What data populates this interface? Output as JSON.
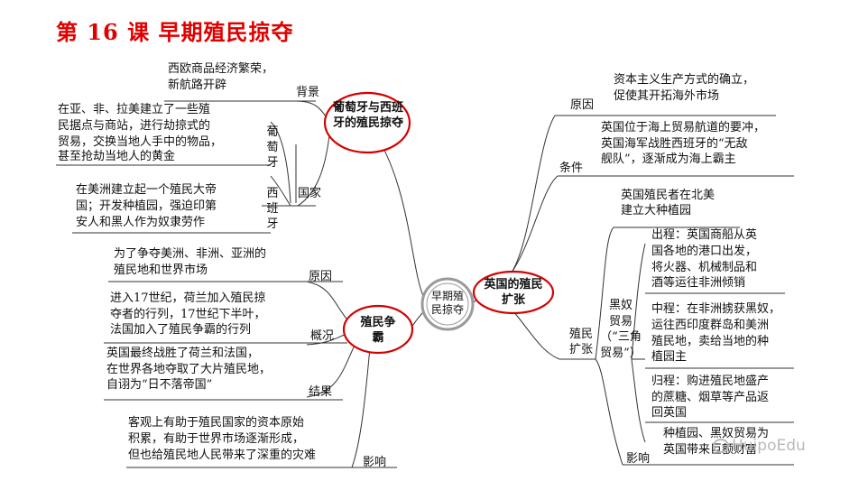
{
  "title": "第 16 课  早期殖民掠夺",
  "center": "早期殖民掠夺",
  "left": {
    "portugal_spain": {
      "node": "葡萄牙与西班牙的殖民掠夺",
      "background_label": "背景",
      "background_text": [
        "西欧商品经济繁荣，",
        "新航路开辟"
      ],
      "country_label": "国家",
      "portugal_label": "葡萄牙",
      "portugal_text": [
        "在亚、非、拉美建立了一些殖",
        "民据点与商站，进行劫掠式的",
        "贸易，交换当地人手中的物品，",
        "甚至抢劫当地人的黄金"
      ],
      "spain_label": "西班牙",
      "spain_text": [
        "在美洲建立起一个殖民大帝",
        "国；开发种植园，强迫印第",
        "安人和黑人作为奴隶劳作"
      ]
    },
    "colonial_rivalry": {
      "node": "殖民争霸",
      "reason_label": "原因",
      "reason_text": [
        "为了争夺美洲、非洲、亚洲的",
        "殖民地和世界市场"
      ],
      "situation_label": "概况",
      "situation_text": [
        "进入17世纪，荷兰加入殖民掠",
        "夺者的行列，17世纪下半叶，",
        "法国加入了殖民争霸的行列"
      ],
      "result_label": "结果",
      "result_text": [
        "英国最终战胜了荷兰和法国，",
        "在世界各地夺取了大片殖民地，",
        "自诩为“日不落帝国”"
      ],
      "impact_label": "影响",
      "impact_text": [
        "客观上有助于殖民国家的资本原始",
        "积累，有助于世界市场逐渐形成，",
        "但也给殖民地人民带来了深重的灾难"
      ]
    }
  },
  "right": {
    "node": "英国的殖民扩张",
    "reason_label": "原因",
    "reason_text": [
      "资本主义生产方式的确立，",
      "促使其开拓海外市场"
    ],
    "condition_label": "条件",
    "condition_text": [
      "英国位于海上贸易航道的要冲，",
      "英国海军战胜西班牙的“无敌",
      "舰队”，逐渐成为海上霸主"
    ],
    "expansion_label": "殖民扩张",
    "plantation_text": [
      "英国殖民者在北美",
      "建立大种植园"
    ],
    "slave_trade_label": [
      "黑奴",
      "贸易",
      "（“三角",
      "贸易”）"
    ],
    "outbound_text": [
      "出程：英国商船从英",
      "国各地的港口出发，",
      "将火器、机械制品和",
      "酒等运往非洲倾销"
    ],
    "middle_text": [
      "中程：在非洲掳获黑奴，",
      "运往西印度群岛和美洲",
      "殖民地，卖给当地的种",
      "植园主"
    ],
    "return_text": [
      "归程：购进殖民地盛产",
      "的蔗糖、烟草等产品返",
      "回英国"
    ],
    "impact_label": "影响",
    "impact_text": [
      "种植园、黑奴贸易为",
      "英国带来巨额财富"
    ]
  },
  "watermark": "HuipoEdu",
  "colors": {
    "title_red": "#e00000",
    "circle_red": "#d40000",
    "line": "#333333",
    "center_ring": "#9a9a9a"
  }
}
